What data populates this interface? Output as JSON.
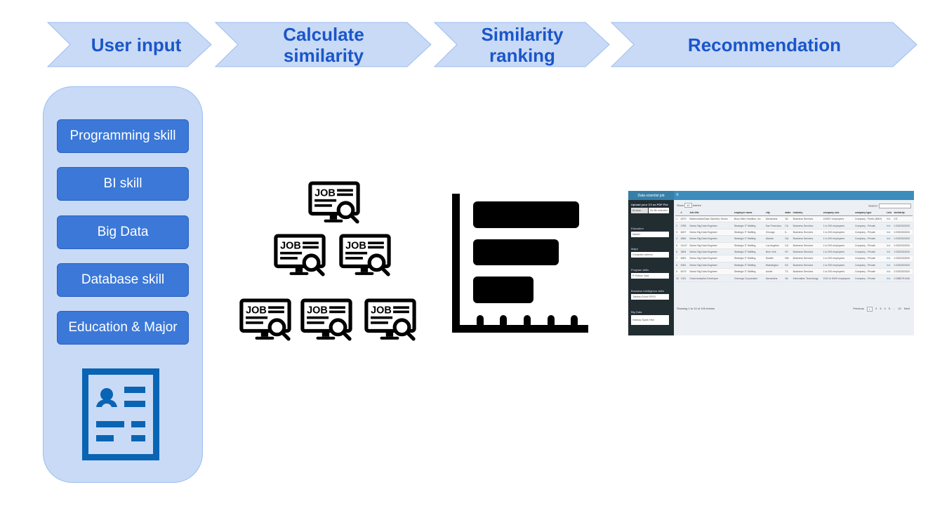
{
  "steps": [
    {
      "label_line1": "User input",
      "label_line2": ""
    },
    {
      "label_line1": "Calculate",
      "label_line2": "similarity"
    },
    {
      "label_line1": "Similarity",
      "label_line2": "ranking"
    },
    {
      "label_line1": "Recommendation",
      "label_line2": ""
    }
  ],
  "colors": {
    "chevron_fill": "#c9daf6",
    "chevron_text": "#1a56c9",
    "skill_button": "#3b78d8",
    "panel": "#c9daf6",
    "resume_icon": "#0a64b4"
  },
  "user_input": {
    "skills": [
      "Programming skill",
      "BI skill",
      "Big Data",
      "Database skill",
      "Education & Major"
    ],
    "icon": "resume-icon"
  },
  "similarity": {
    "icon": "job-search-monitor-icon",
    "count": 6,
    "label": "JOB"
  },
  "ranking": {
    "icon": "horizontal-bar-chart-icon"
  },
  "app": {
    "title": "Data scientist job",
    "menu_icon": "≡",
    "upload_label": "Upload your CV as PDF File",
    "browse_label": "Browse...",
    "file_placeholder": "No file selected",
    "education_label": "Education",
    "education_value": "Master",
    "major_label": "Major",
    "major_value": "Computer science",
    "program_label": "Program skills",
    "program_value": "R  Python  Java",
    "bi_label": "Business intelligence skills",
    "bi_value": "Tableau  Excel  SPSS",
    "bigdata_label": "Big Data",
    "bigdata_value": "Hadoop  Spark  Hive",
    "show_label": "Show",
    "show_value": "10",
    "entries_label": "entries",
    "search_label": "Search:",
    "columns": [
      "",
      "#",
      "Job title",
      "employer name",
      "city",
      "state",
      "industry",
      "company size",
      "company type",
      "Link",
      "similarity"
    ],
    "rows": [
      [
        "1",
        "6479",
        "Mathematics/Data Scientist, Senior",
        "Booz Allen Hamilton, Inc",
        "Alexandria",
        "VA",
        "Business Services",
        "10000+ employees",
        "Company - Public (BAH)",
        "link",
        "0.5"
      ],
      [
        "2",
        "3785",
        "Senior Big Data Engineer",
        "Strategic IT Staffing",
        "San Francisco",
        "CA",
        "Business Services",
        "1 to 200 employees",
        "Company - Private",
        "link",
        "0.3333333333"
      ],
      [
        "3",
        "6497",
        "Senior Big Data Engineer",
        "Strategic IT Staffing",
        "Chicago",
        "IL",
        "Business Services",
        "1 to 200 employees",
        "Company - Private",
        "link",
        "0.3333333333"
      ],
      [
        "4",
        "6664",
        "Senior Big Data Engineer",
        "Strategic IT Staffing",
        "Atlanta",
        "GA",
        "Business Services",
        "1 to 200 employees",
        "Company - Private",
        "link",
        "0.3333333333"
      ],
      [
        "5",
        "11147",
        "Senior Big Data Engineer",
        "Strategic IT Staffing",
        "Los Angeles",
        "CA",
        "Business Services",
        "1 to 200 employees",
        "Company - Private",
        "link",
        "0.3333333333"
      ],
      [
        "6",
        "3804",
        "Senior Big Data Engineer",
        "Strategic IT Staffing",
        "New York",
        "NY",
        "Business Services",
        "1 to 200 employees",
        "Company - Private",
        "link",
        "0.3333333333"
      ],
      [
        "7",
        "6651",
        "Senior Big Data Engineer",
        "Strategic IT Staffing",
        "Seattle",
        "WA",
        "Business Services",
        "1 to 200 employees",
        "Company - Private",
        "link",
        "0.3333333333"
      ],
      [
        "8",
        "6361",
        "Senior Big Data Engineer",
        "Strategic IT Staffing",
        "Washington",
        "DC",
        "Business Services",
        "1 to 200 employees",
        "Company - Private",
        "link",
        "0.3333333333"
      ],
      [
        "9",
        "6479",
        "Senior Big Data Engineer",
        "Strategic IT Staffing",
        "Austin",
        "TX",
        "Business Services",
        "1 to 200 employees",
        "Company - Private",
        "link",
        "0.3333333333"
      ],
      [
        "10",
        "1331",
        "Cloud Analytics Developer",
        "Chenega Corporation",
        "Alexandria",
        "VA",
        "Information Technology",
        "1001 to 5000 employees",
        "Company - Private",
        "link",
        "0.2886751346"
      ]
    ],
    "footer_info": "Showing 1 to 10 of 100 entries",
    "pagination": [
      "Previous",
      "1",
      "2",
      "3",
      "4",
      "5",
      "...",
      "10",
      "Next"
    ]
  }
}
